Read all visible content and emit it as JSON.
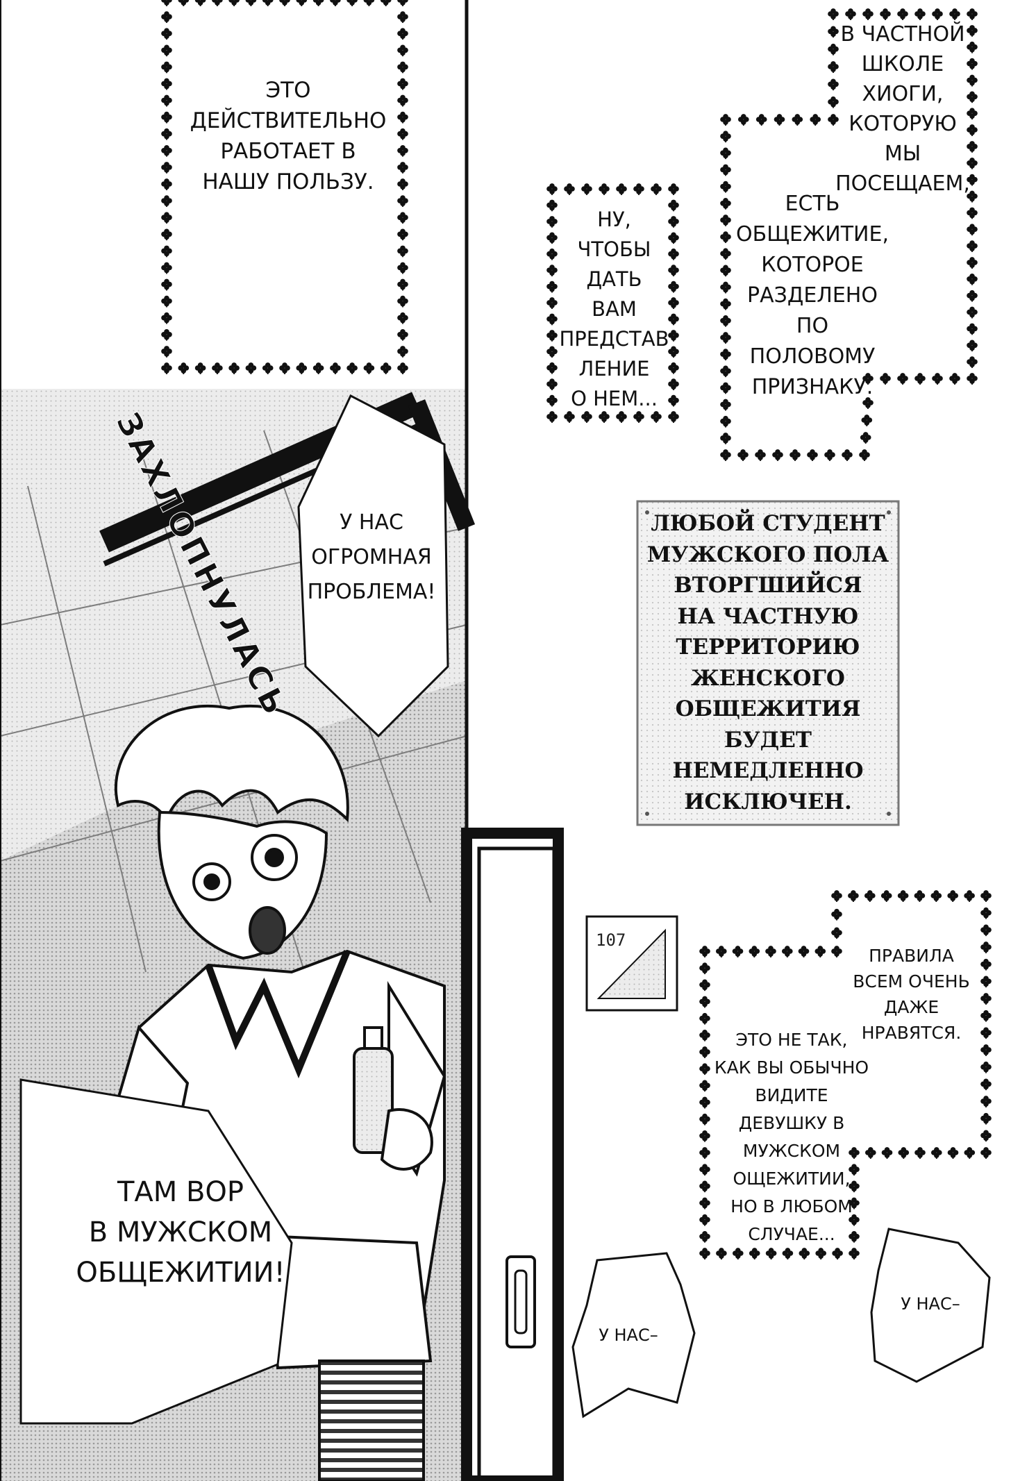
{
  "page": {
    "background": "#ffffff",
    "ink": "#111111"
  },
  "captions": {
    "top_left": "ЭТО\nДЕЙСТВИТЕЛЬНО\nРАБОТАЕТ В\nНАШУ ПОЛЬЗУ.",
    "school": "В ЧАСТНОЙ\nШКОЛЕ\nХИОГИ,\nКОТОРУЮ\nМЫ\nПОСЕЩАЕМ,",
    "dorm": "ЕСТЬ\nОБЩЕЖИТИЕ,\nКОТОРОЕ\nРАЗДЕЛЕНО\nПО\nПОЛОВОМУ\nПРИЗНАКУ.",
    "idea": "НУ,\nЧТОБЫ\nДАТЬ\nВАМ\nПРЕДСТАВ\nЛЕНИЕ\nО НЕМ...",
    "rules": "ПРАВИЛА\nВСЕМ ОЧЕНЬ\nДАЖЕ\nНРАВЯТСЯ.",
    "unusual": "ЭТО НЕ ТАК,\nКАК ВЫ ОБЫЧНО\nВИДИТЕ\nДЕВУШКУ В\nМУЖСКОМ\nОЩЕЖИТИИ,\nНО В ЛЮБОМ\nСЛУЧАЕ..."
  },
  "bubbles": {
    "problem": "У НАС\nОГРОМНАЯ\nПРОБЛЕМА!",
    "thief": "ТАМ ВОР\nВ МУЖСКОМ\nОБЩЕЖИТИИ!",
    "us_left": "У НАС–",
    "us_right": "У НАС–"
  },
  "sign": {
    "text": "ЛЮБОЙ СТУДЕНТ\nМУЖСКОГО ПОЛА\nВТОРГШИЙСЯ\nНА ЧАСТНУЮ\nТЕРРИТОРИЮ\nЖЕНСКОГО\nОБЩЕЖИТИЯ\nБУДЕТ\nНЕМЕДЛЕННО\nИСКЛЮЧЕН."
  },
  "door": {
    "number": "107"
  },
  "sfx": {
    "slam": "ЗАХЛОПНУЛАСЬ"
  },
  "icons": {
    "border_ornament": "clover-icon"
  }
}
